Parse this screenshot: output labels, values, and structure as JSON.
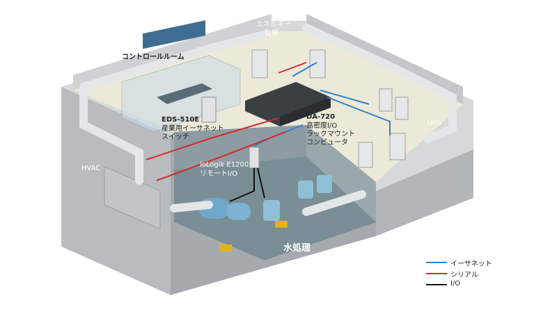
{
  "labels": {
    "control_room": "コントロールルーム",
    "energy_line1": "エネルギー",
    "energy_line2": "監視",
    "eds_model": "EDS-510E",
    "eds_line1": "産業用イーサネット",
    "eds_line2": "スイッチ",
    "da_model": "DA-720",
    "da_line1": "高密度I/O",
    "da_line2": "ラックマウント",
    "da_line3": "コンピュータ",
    "iologik_model": "ioLogik E1200",
    "iologik_line1": "リモートI/O",
    "ups": "UPS",
    "hvac": "HVAC",
    "water": "水処理"
  },
  "legend": [
    {
      "label": "イーサネット",
      "color": "#2f7fd0"
    },
    {
      "label": "シリアル",
      "color": "#d42a2a"
    },
    {
      "label": "I/O",
      "color": "#111111"
    }
  ],
  "colors": {
    "ethernet": "#2f7fd0",
    "serial": "#d42a2a",
    "io": "#111111",
    "floor": "#ece9d8",
    "wall": "#c9cbcd",
    "pool": "#7a8e95"
  }
}
